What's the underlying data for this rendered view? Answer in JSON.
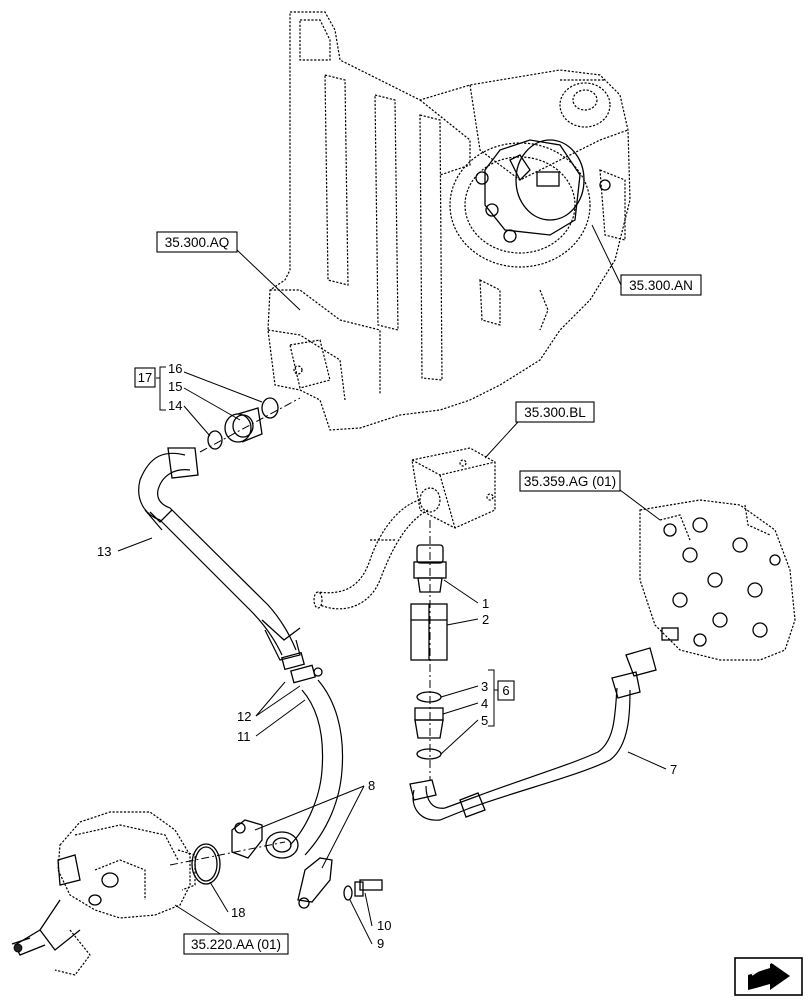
{
  "references": {
    "ref_aq": "35.300.AQ",
    "ref_an": "35.300.AN",
    "ref_bl": "35.300.BL",
    "ref_ag": "35.359.AG (01)",
    "ref_aa": "35.220.AA (01)"
  },
  "callouts": {
    "n1": "1",
    "n2": "2",
    "n3": "3",
    "n4": "4",
    "n5": "5",
    "n6": "6",
    "n7": "7",
    "n8": "8",
    "n9": "9",
    "n10": "10",
    "n11": "11",
    "n12": "12",
    "n13": "13",
    "n14": "14",
    "n15": "15",
    "n16": "16",
    "n17": "17",
    "n18": "18"
  },
  "icons": {
    "corner": "next-page-arrow-icon"
  }
}
